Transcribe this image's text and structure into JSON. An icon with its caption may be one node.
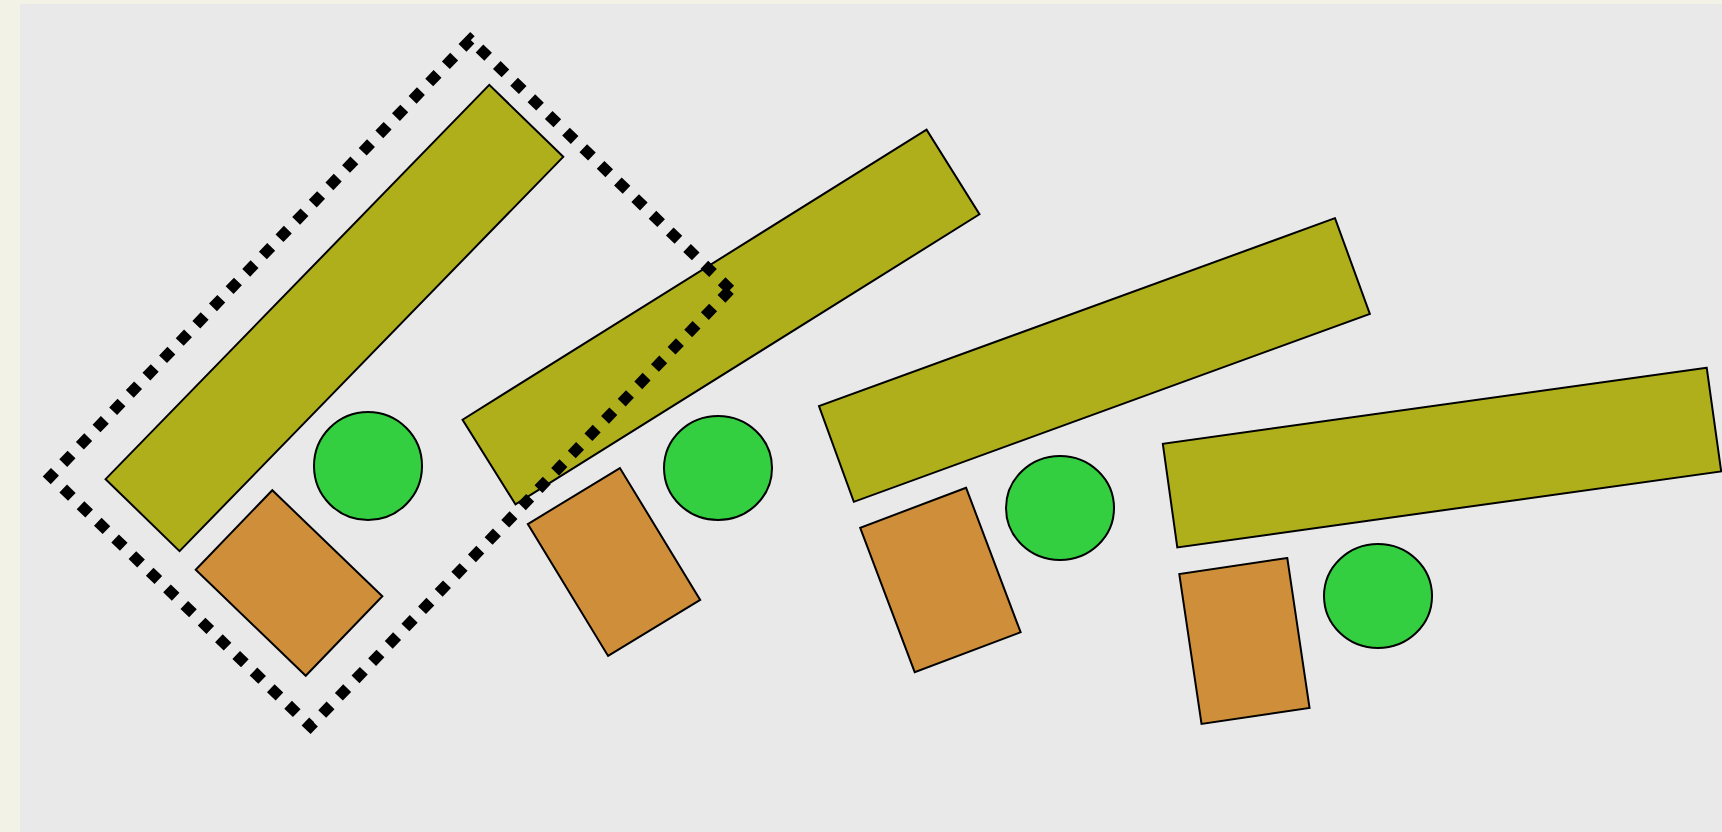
{
  "diagram": {
    "nodes": [
      {
        "text": [],
        "shape": "rectangle"
      },
      {
        "text": [],
        "shape": "bar",
        "in": 0
      },
      {
        "text": [],
        "shape": "box",
        "in": 0
      },
      {
        "text": [],
        "shape": "circle",
        "in": 0
      },
      {
        "text": [],
        "shape": "bar"
      },
      {
        "text": [],
        "shape": "box"
      },
      {
        "text": [],
        "shape": "circle"
      },
      {
        "text": [],
        "shape": "bar"
      },
      {
        "text": [],
        "shape": "box"
      },
      {
        "text": [],
        "shape": "circle"
      },
      {
        "text": [],
        "shape": "bar"
      },
      {
        "text": [],
        "shape": "box"
      },
      {
        "text": [],
        "shape": "circle"
      }
    ]
  }
}
